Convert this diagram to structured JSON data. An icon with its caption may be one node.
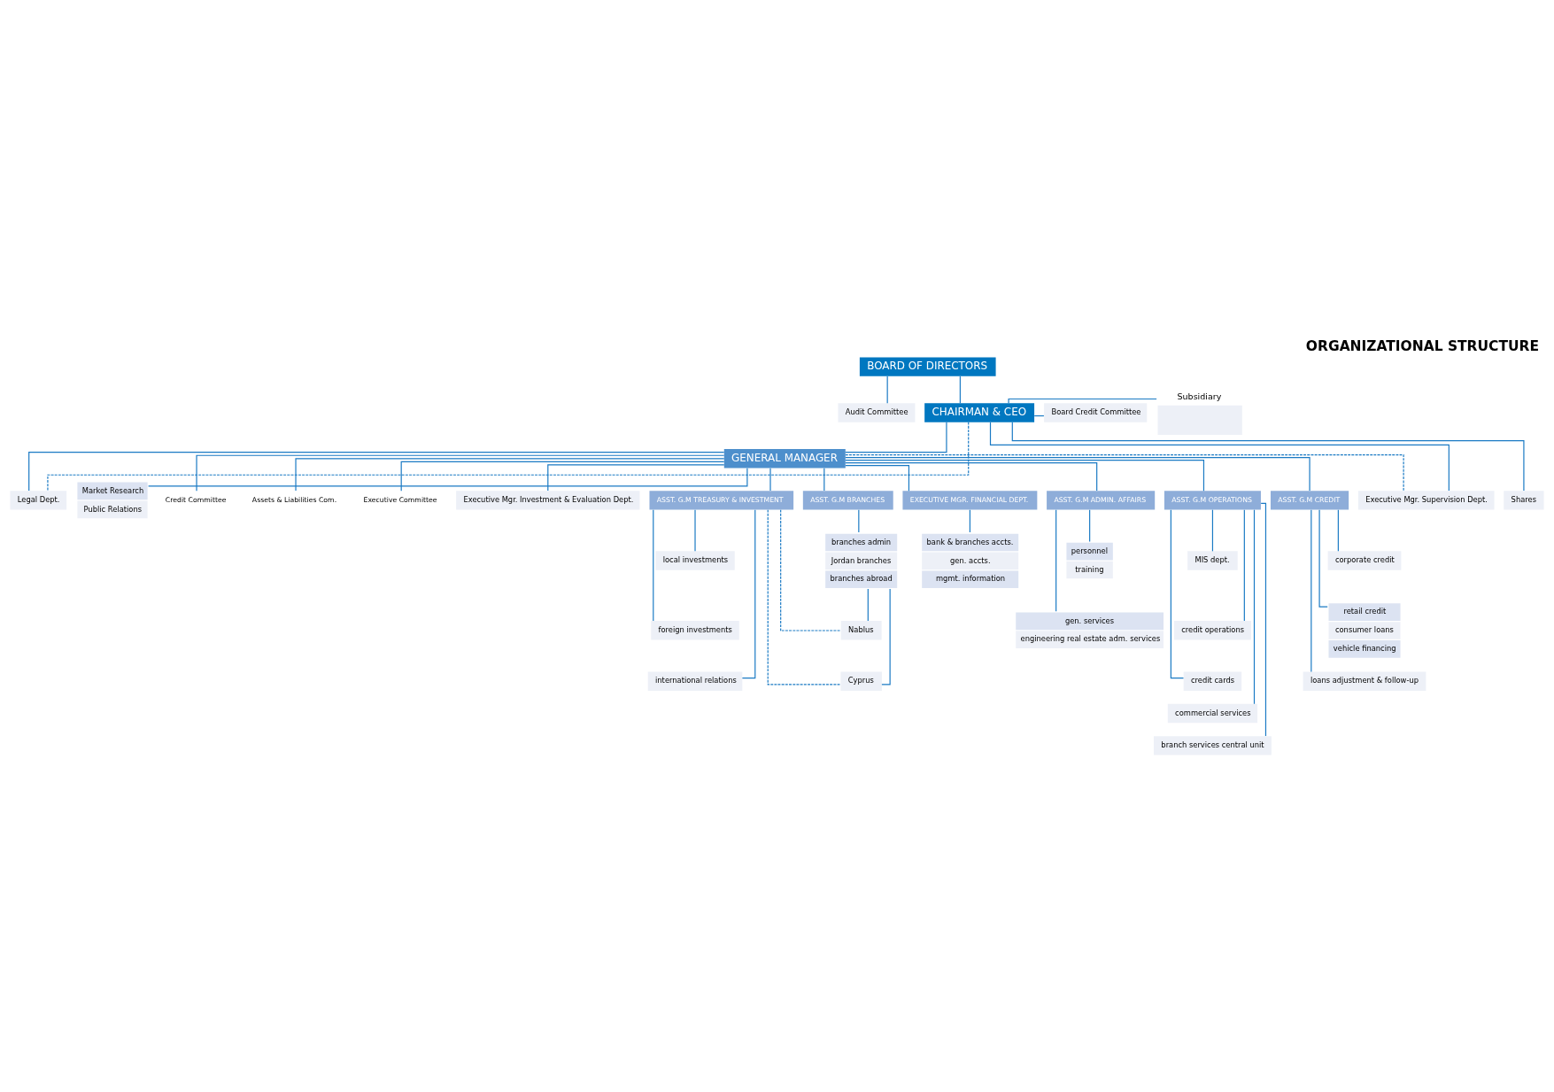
{
  "diagram": {
    "title": "ORGANIZATIONAL STRUCTURE",
    "nodes": [
      {
        "text": [
          "BOARD OF DIRECTORS"
        ]
      },
      {
        "text": [
          "Audit Committee"
        ]
      },
      {
        "text": [],
        "shape": "box",
        "beside": [
          "Subsidiary"
        ]
      },
      {
        "text": [
          "CHAIRMAN & CEO"
        ]
      },
      {
        "text": [
          "Board Credit Committee"
        ]
      },
      {
        "text": [
          "GENERAL MANAGER"
        ]
      },
      {
        "text": [
          "Shares"
        ]
      },
      {
        "text": [
          "Legal Dept."
        ]
      },
      {
        "text": [
          "Market Research",
          "Public Relations"
        ]
      },
      {
        "text": [
          "Credit Committee"
        ]
      },
      {
        "text": [
          "Assets & Liabilities Com."
        ]
      },
      {
        "text": [
          "Executive Committee"
        ]
      },
      {
        "text": [
          "Executive Mgr. Investment & Evaluation Dept."
        ]
      },
      {
        "text": [
          "Executive Mgr. Supervision Dept."
        ]
      },
      {
        "text": [
          "ASST. G.M TREASURY & INVESTMENT"
        ]
      },
      {
        "text": [
          "ASST. G.M BRANCHES"
        ]
      },
      {
        "text": [
          "EXECUTIVE MGR. FINANCIAL DEPT."
        ]
      },
      {
        "text": [
          "ASST. G.M ADMIN. AFFAIRS"
        ]
      },
      {
        "text": [
          "ASST. G.M OPERATIONS"
        ]
      },
      {
        "text": [
          "ASST. G.M CREDIT"
        ]
      },
      {
        "text": [
          "local investments"
        ]
      },
      {
        "text": [
          "foreign investments"
        ]
      },
      {
        "text": [
          "international relations"
        ]
      },
      {
        "text": [
          "branches admin",
          "Jordan branches",
          "branches abroad"
        ]
      },
      {
        "text": [
          "Nablus"
        ]
      },
      {
        "text": [
          "Cyprus"
        ]
      },
      {
        "text": [
          "bank & branches accts.",
          "gen. accts.",
          "mgmt. information"
        ]
      },
      {
        "text": [
          "personnel",
          "training"
        ]
      },
      {
        "text": [
          "gen. services",
          "engineering real estate adm. services"
        ]
      },
      {
        "text": [
          "MIS dept."
        ]
      },
      {
        "text": [
          "credit operations"
        ]
      },
      {
        "text": [
          "credit cards"
        ]
      },
      {
        "text": [
          "commercial services"
        ]
      },
      {
        "text": [
          "branch services central unit"
        ]
      },
      {
        "text": [
          "corporate credit"
        ]
      },
      {
        "text": [
          "retail credit",
          "consumer loans",
          "vehicle financing"
        ]
      },
      {
        "text": [
          "loans adjustment & follow-up"
        ]
      }
    ],
    "edges": [
      {
        "from": 0,
        "to": 1,
        "arrow": "none"
      },
      {
        "from": 0,
        "to": 3,
        "arrow": "none"
      },
      {
        "from": 3,
        "to": 2,
        "arrow": "none"
      },
      {
        "from": 3,
        "to": 4,
        "arrow": "none"
      },
      {
        "from": 3,
        "to": 5,
        "arrow": "none"
      },
      {
        "from": 3,
        "to": 6,
        "arrow": "none"
      },
      {
        "from": 3,
        "to": 13,
        "arrow": "none"
      },
      {
        "from": 3,
        "to": 7,
        "arrow": "none",
        "style": "dashed"
      },
      {
        "from": 5,
        "to": 7,
        "arrow": "none"
      },
      {
        "from": 5,
        "to": 13,
        "arrow": "none",
        "style": "dashed"
      },
      {
        "from": 5,
        "to": 9,
        "arrow": "none"
      },
      {
        "from": 5,
        "to": 10,
        "arrow": "none"
      },
      {
        "from": 5,
        "to": 11,
        "arrow": "none"
      },
      {
        "from": 5,
        "to": 8,
        "arrow": "none"
      },
      {
        "from": 5,
        "to": 12,
        "arrow": "none"
      },
      {
        "from": 5,
        "to": 14,
        "arrow": "none"
      },
      {
        "from": 5,
        "to": 15,
        "arrow": "none"
      },
      {
        "from": 5,
        "to": 16,
        "arrow": "none"
      },
      {
        "from": 5,
        "to": 17,
        "arrow": "none"
      },
      {
        "from": 5,
        "to": 18,
        "arrow": "none"
      },
      {
        "from": 5,
        "to": 19,
        "arrow": "none"
      },
      {
        "from": 14,
        "to": 20,
        "arrow": "none"
      },
      {
        "from": 14,
        "to": 21,
        "arrow": "none"
      },
      {
        "from": 14,
        "to": 22,
        "arrow": "none"
      },
      {
        "from": 14,
        "to": 24,
        "arrow": "none",
        "style": "dashed"
      },
      {
        "from": 14,
        "to": 25,
        "arrow": "none",
        "style": "dashed"
      },
      {
        "from": 15,
        "to": 23,
        "arrow": "none"
      },
      {
        "from": 23,
        "to": 24,
        "arrow": "none"
      },
      {
        "from": 23,
        "to": 25,
        "arrow": "none"
      },
      {
        "from": 16,
        "to": 26,
        "arrow": "none"
      },
      {
        "from": 17,
        "to": 27,
        "arrow": "none"
      },
      {
        "from": 17,
        "to": 28,
        "arrow": "none"
      },
      {
        "from": 18,
        "to": 29,
        "arrow": "none"
      },
      {
        "from": 18,
        "to": 30,
        "arrow": "none"
      },
      {
        "from": 18,
        "to": 31,
        "arrow": "none"
      },
      {
        "from": 18,
        "to": 32,
        "arrow": "none"
      },
      {
        "from": 18,
        "to": 33,
        "arrow": "none"
      },
      {
        "from": 19,
        "to": 34,
        "arrow": "none"
      },
      {
        "from": 19,
        "to": 35,
        "arrow": "none"
      },
      {
        "from": 19,
        "to": 36,
        "arrow": "none"
      }
    ]
  }
}
